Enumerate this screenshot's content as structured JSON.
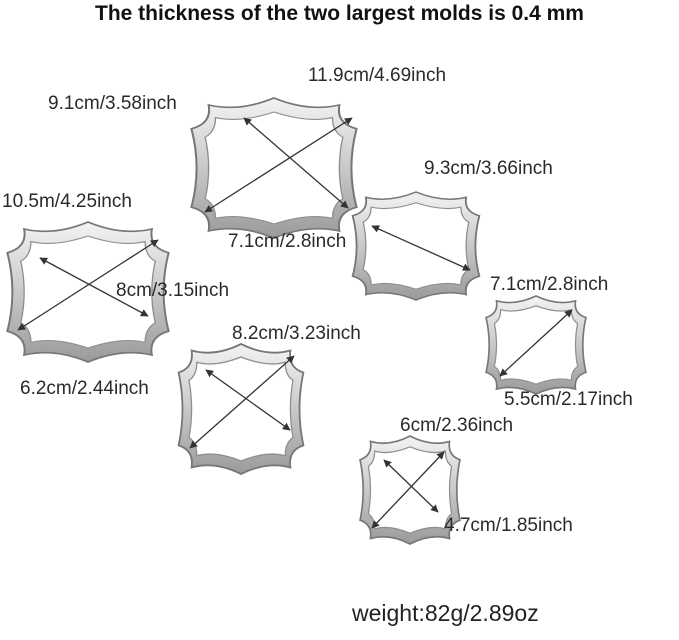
{
  "title": "The thickness of the two largest molds is 0.4 mm",
  "molds": {
    "m1": {
      "w": "11.9cm/4.69inch",
      "h": "9.1cm/3.58inch",
      "d": "7.1cm/2.8inch"
    },
    "m2": {
      "w": "10.5m/4.25inch",
      "h": "6.2cm/2.44inch",
      "d": "8cm/3.15inch"
    },
    "m3": {
      "w": "9.3cm/3.66inch"
    },
    "m4": {
      "w": "8.2cm/3.23inch"
    },
    "m5": {
      "w": "7.1cm/2.8inch",
      "h": "5.5cm/2.17inch"
    },
    "m6": {
      "w": "6cm/2.36inch",
      "h": "4.7cm/1.85inch"
    }
  },
  "weight": "weight:82g/2.89oz",
  "colors": {
    "steel_light": "#f1f1f1",
    "steel_mid": "#c8c8c8",
    "steel_dark": "#8e8e8e",
    "arrow": "#333333"
  }
}
